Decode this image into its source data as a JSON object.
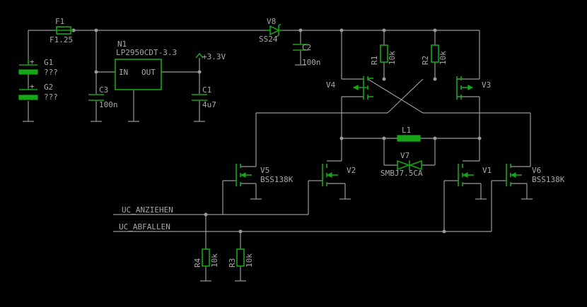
{
  "components": {
    "F1": {
      "ref": "F1",
      "value": "F1.25"
    },
    "N1": {
      "ref": "N1",
      "value": "LP2950CDT-3.3",
      "pin_in": "IN",
      "pin_out": "OUT"
    },
    "supply": {
      "label": "+3.3V"
    },
    "G1": {
      "ref": "G1",
      "value": "???"
    },
    "G2": {
      "ref": "G2",
      "value": "???"
    },
    "C1": {
      "ref": "C1",
      "value": "4u7"
    },
    "C2": {
      "ref": "C2",
      "value": "100n"
    },
    "C3": {
      "ref": "C3",
      "value": "100n"
    },
    "V8": {
      "ref": "V8",
      "value": "SS24"
    },
    "R1": {
      "ref": "R1",
      "value": "10k"
    },
    "R2": {
      "ref": "R2",
      "value": "10k"
    },
    "R3": {
      "ref": "R3",
      "value": "10k"
    },
    "R4": {
      "ref": "R4",
      "value": "10k"
    },
    "V1": {
      "ref": "V1"
    },
    "V2": {
      "ref": "V2"
    },
    "V3": {
      "ref": "V3"
    },
    "V4": {
      "ref": "V4"
    },
    "V5": {
      "ref": "V5",
      "value": "BSS138K"
    },
    "V6": {
      "ref": "V6",
      "value": "BSS138K"
    },
    "V7": {
      "ref": "V7",
      "value": "SMBJ7.5CA"
    },
    "L1": {
      "ref": "L1"
    }
  },
  "nets": {
    "uc_anziehen": "UC_ANZIEHEN",
    "uc_abfallen": "UC_ABFALLEN"
  }
}
